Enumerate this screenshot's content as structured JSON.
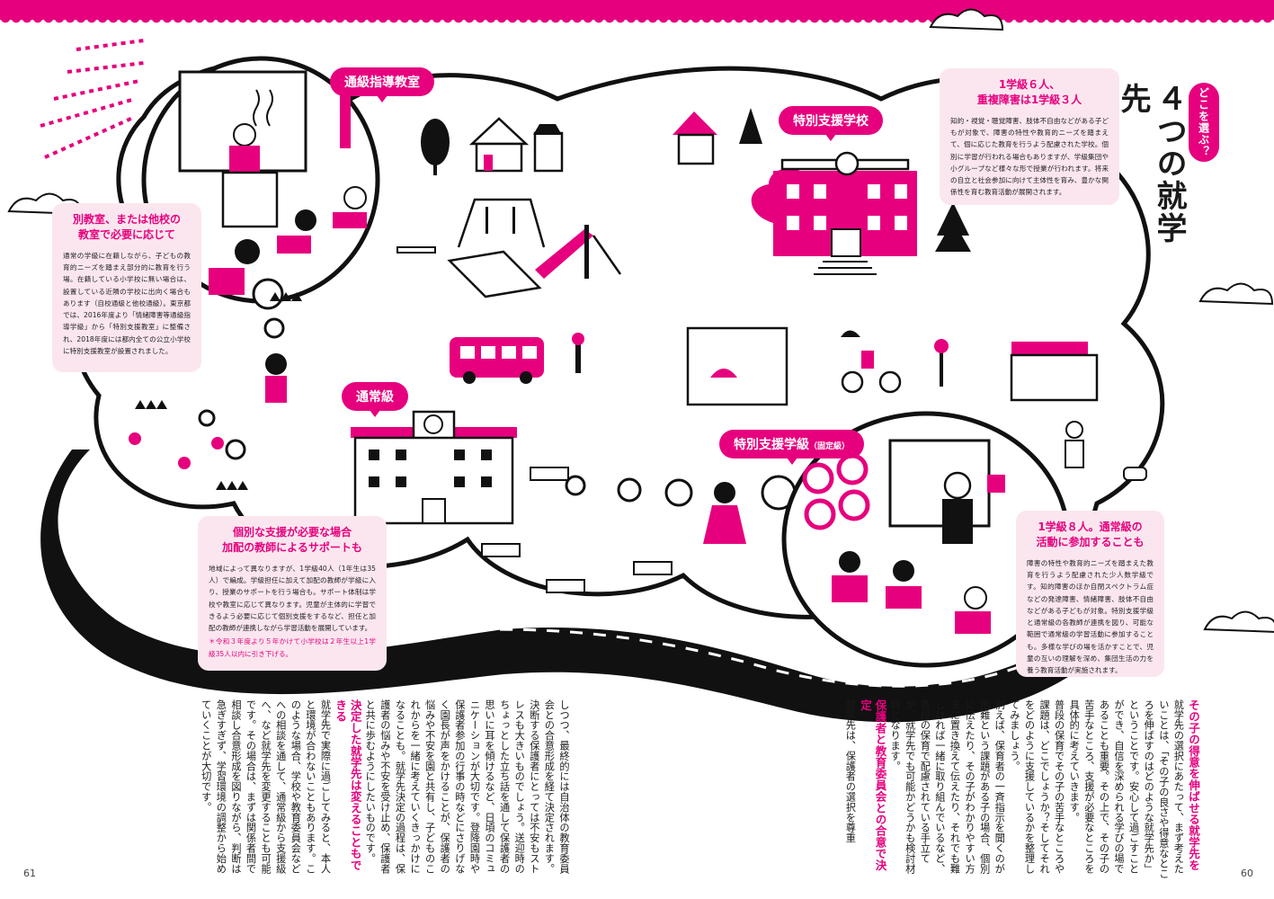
{
  "colors": {
    "accent": "#e6007e",
    "light": "#fbe6ef",
    "ink": "#1a1a1a"
  },
  "badge": "どこを選ぶ？",
  "title": "４つの就学先",
  "labels": {
    "tsukyu": "通級指導教室",
    "tokubetsu_gakko": "特別支援学校",
    "tsujo": "通常級",
    "tokubetsu_gakkyu": "特別支援学級",
    "tokubetsu_gakkyu_sub": "（固定級）"
  },
  "boxes": {
    "left": {
      "title": "別教室、または他校の\n教室で必要に応じて",
      "body": "通常の学級に在籍しながら、子どもの教育的ニーズを踏まえ部分的に教育を行う場。在籍している小学校に無い場合は、設置している近隣の学校に出向く場合もあります（自校通級と他校通級）。東京都では、2016年度より「情緒障害等通級指導学級」から「特別支援教室」に整備され、2018年度には都内全ての公立小学校に特別支援教室が設置されました。"
    },
    "top_right": {
      "title": "1学級６人、\n重複障害は1学級３人",
      "body": "知的・視覚・聴覚障害、肢体不自由などがある子どもが対象で、障害の特性や教育的ニーズを踏まえて、個に応じた教育を行うよう配慮された学校。個別に学習が行われる場合もありますが、学級集団や小グループなど様々な形で授業が行われます。将来の自立と社会参加に向けて主体性を育み、豊かな関係性を育む教育活動が展開されます。"
    },
    "center": {
      "title": "個別な支援が必要な場合\n加配の教師によるサポートも",
      "body": "地域によって異なりますが、1学級40人（1年生は35人）で編成。学級担任に加えて加配の教師が学級に入り、授業のサポートを行う場合も。サポート体制は学校や教室に応じて異なります。児童が主体的に学習できるよう必要に応じて個別支援をするなど、担任と加配の教師が連携しながら学習活動を展開しています。",
      "note": "＊令和３年度より５年かけて小学校は２年生以上1学級35人以内に引き下げる。"
    },
    "bottom_right": {
      "title": "1学級８人。通常級の\n活動に参加することも",
      "body": "障害の特性や教育的ニーズを踏まえた教育を行うよう配慮された少人数学級です。知的障害のほか自閉スペクトラム症などの発達障害、情緒障害、肢体不自由などがある子どもが対象。特別支援学級と通常級の各教師が連携を図り、可能な範囲で通常級の学習活動に参加することも。多様な学びの場を活かすことで、児童の互いの理解を深め、集団生活の力を養う教育活動が実施されます。"
    }
  },
  "text_right": {
    "heading1": "その子の得意を伸ばせる就学先を",
    "para1": "就学先の選択にあたって、まず考えたいことは、「その子の良さや得意なところを伸ばすのはどのような就学先か」ということです。安心して過ごすことができ、自信を深められる学びの場であることも重要。その上で、その子の苦手なところ、支援が必要なところを具体的に考えていきます。",
    "para2": "普段の保育でその子の苦手なところや課題は、どこでしょうか？そしてそれをどのように支援しているかを整理してみましょう。",
    "para3": "例えば、保育者の一斉指示を聞くのが困難という課題がある子の場合、個別に伝えたり、その子がわかりやすい方法に置き換えて伝えたり、それでも難しければ一緒に取り組んでいるなど、普段の保育で配慮されている手立てが、就学先でも可能かどうかも検討材料となります。",
    "heading2": "保護者と教育委員会との合意で決定",
    "para4": "就学先は、保護者の選択を尊重"
  },
  "text_left": {
    "para1": "しつつ、最終的には自治体の教育委員会との合意形成を経て決定されます。決断する保護者にとっては不安もストレスも大きいものでしょう。送迎時のちょっとした立ち話を通して保護者の思いに耳を傾けるなど、日頃のコミュニケーションが大切です。登降園時や保護者参加の行事の時などにさりげなく園長が声をかけることが、保護者の悩みや不安を園と共有し、子どものこれからを一緒に考えていくきっかけになることも。就学先決定の過程は、保護者の悩みや不安を受け止め、保護者と共に歩むようにしたいものです。",
    "heading": "決定した就学先は変えることもできる",
    "para2": "就学先で実際に過ごしてみると、本人と環境が合わないこともあります。このような場合、学校や教育委員会などへの相談を通して、通常級から支援級へ、など就学先を変更することも可能です。その場合は、まずは関係者間で相談し合意形成を図りながら、判断は急ぎすぎず、学習環境の調整から始めていくことが大切です。"
  },
  "page_numbers": {
    "left": "61",
    "right": "60"
  }
}
